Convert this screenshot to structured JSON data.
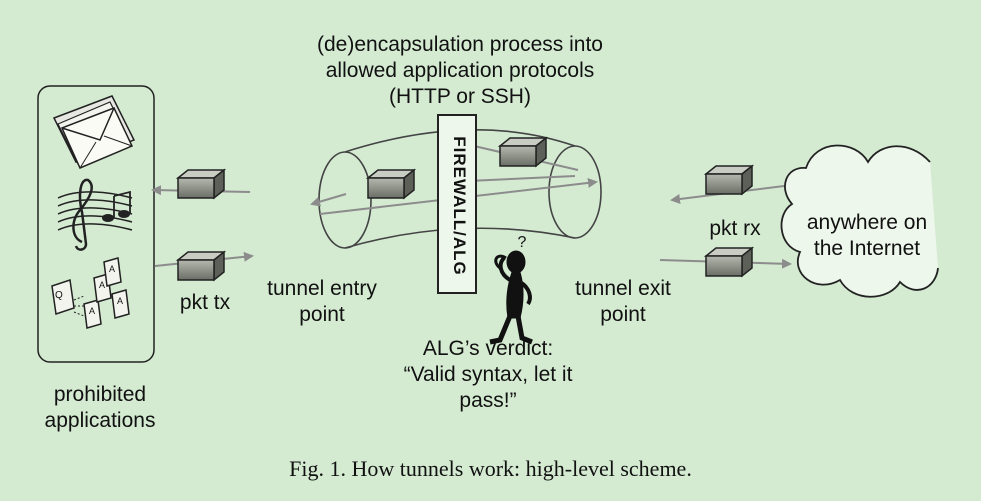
{
  "diagram": {
    "process_label": [
      "(de)encapsulation process into",
      "allowed application protocols",
      "(HTTP or SSH)"
    ],
    "firewall_label": "FIREWALL/ALG",
    "prohibited_label": [
      "prohibited",
      "applications"
    ],
    "pkt_tx_label": "pkt tx",
    "pkt_rx_label": "pkt rx",
    "tunnel_entry_label": [
      "tunnel entry",
      "point"
    ],
    "tunnel_exit_label": [
      "tunnel exit",
      "point"
    ],
    "internet_label": [
      "anywhere on",
      "the Internet"
    ],
    "verdict_label": [
      "ALG’s verdict:",
      "“Valid syntax, let it",
      "pass!”"
    ],
    "question_mark": "?",
    "card_letters": [
      "Q",
      "A",
      "A",
      "A",
      "A"
    ]
  },
  "caption": "Fig. 1. How tunnels work: high-level scheme.",
  "colors": {
    "background": "#d4ebd2",
    "packet": "#8a8e86",
    "arrow": "#8c8c8c"
  }
}
